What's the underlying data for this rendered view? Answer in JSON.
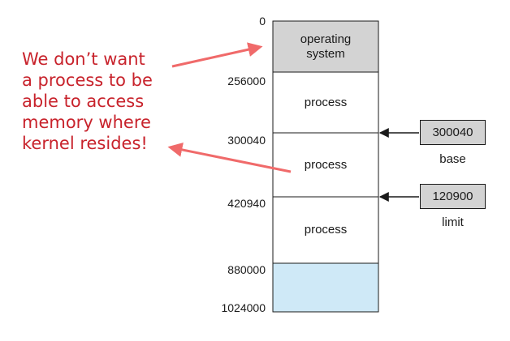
{
  "annotation": {
    "text": "We don’t want\na process to be\nable to access\nmemory where\nkernel resides!"
  },
  "memory": {
    "addresses": [
      "0",
      "256000",
      "300040",
      "420940",
      "880000",
      "1024000"
    ],
    "segments": [
      {
        "label": "operating\nsystem",
        "kind": "os"
      },
      {
        "label": "process",
        "kind": "process"
      },
      {
        "label": "process",
        "kind": "process"
      },
      {
        "label": "process",
        "kind": "process"
      },
      {
        "label": "",
        "kind": "free"
      }
    ]
  },
  "registers": {
    "base": {
      "value": "300040",
      "label": "base"
    },
    "limit": {
      "value": "120900",
      "label": "limit"
    }
  },
  "colors": {
    "annotation": "#c8232c",
    "os_segment": "#d3d3d3",
    "free_segment": "#cfe9f7",
    "register": "#d3d3d3",
    "arrow_red": "#f06a6a"
  }
}
